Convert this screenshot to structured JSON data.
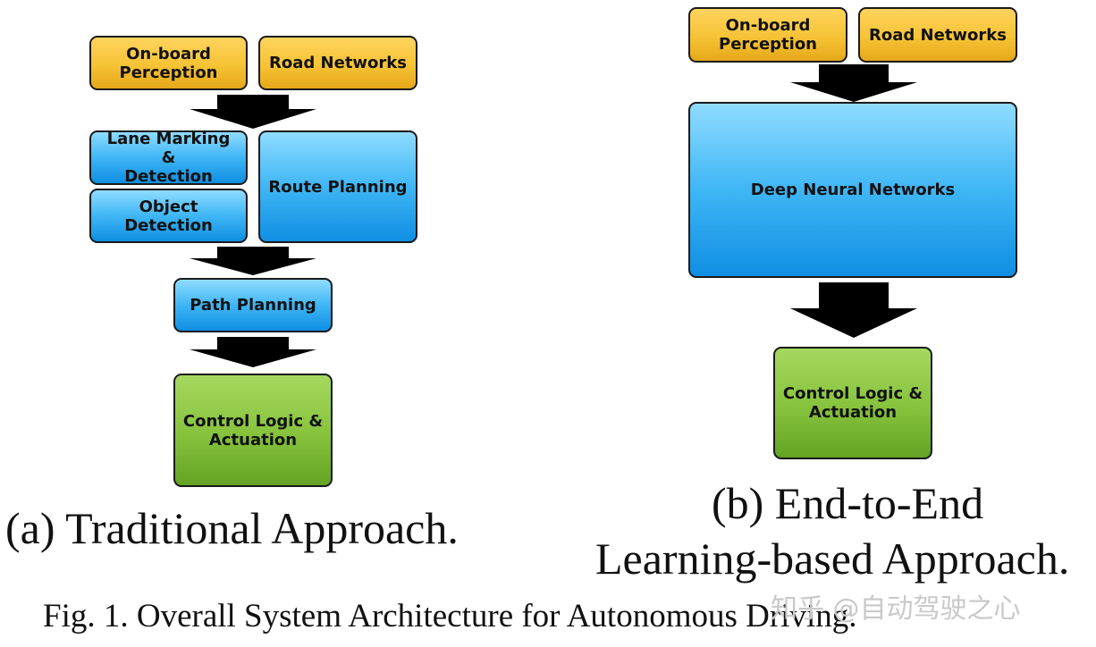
{
  "diagram_a": {
    "onboard_perception": "On-board\nPerception",
    "road_networks": "Road Networks",
    "lane_marking": "Lane Marking &\nDetection",
    "object_detection": "Object\nDetection",
    "route_planning": "Route Planning",
    "path_planning": "Path Planning",
    "control_logic": "Control Logic &\nActuation",
    "caption": "(a) Traditional Approach."
  },
  "diagram_b": {
    "onboard_perception": "On-board\nPerception",
    "road_networks": "Road Networks",
    "deep_neural_networks": "Deep Neural Networks",
    "control_logic": "Control Logic &\nActuation",
    "caption_line1": "(b) End-to-End",
    "caption_line2": "Learning-based Approach."
  },
  "figure_caption": "Fig. 1.  Overall System Architecture for Autonomous Driving.",
  "watermark": "知乎 @自动驾驶之心",
  "colors": {
    "input_box": "#f6c335",
    "processing_box": "#3fb6f5",
    "output_box": "#86c23c",
    "arrow": "#000000"
  }
}
